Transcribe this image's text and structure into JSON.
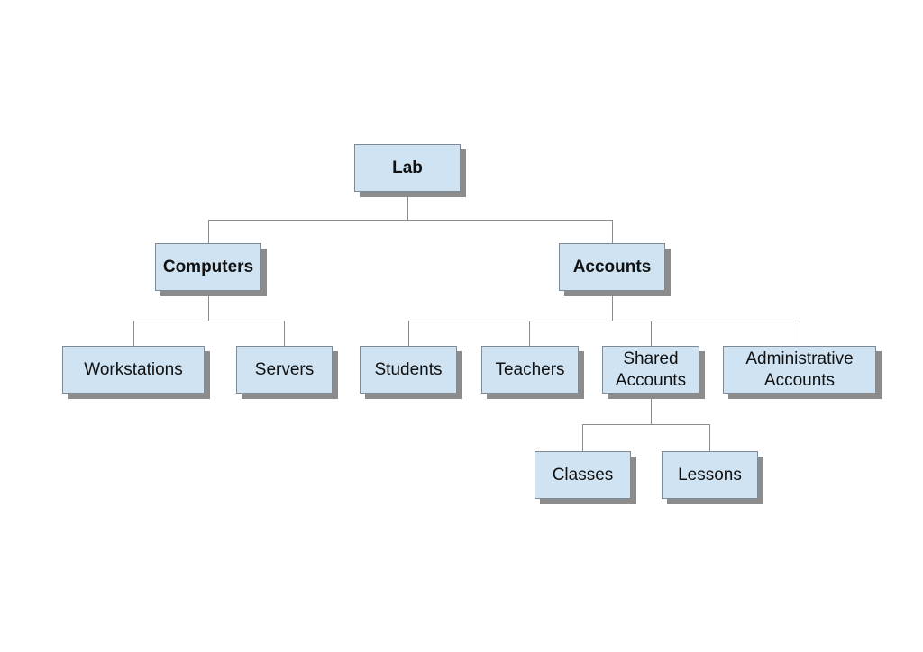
{
  "diagram": {
    "colors": {
      "node_fill": "#cfe3f3",
      "node_border": "#7f8a94",
      "shadow": "#8c8c8c",
      "connector": "#8c8c8c"
    },
    "nodes": {
      "lab": "Lab",
      "computers": "Computers",
      "accounts": "Accounts",
      "workstations": "Workstations",
      "servers": "Servers",
      "students": "Students",
      "teachers": "Teachers",
      "shared_accounts": "Shared\nAccounts",
      "administrative_accounts": "Administrative\nAccounts",
      "classes": "Classes",
      "lessons": "Lessons"
    },
    "edges": [
      [
        "lab",
        "computers"
      ],
      [
        "lab",
        "accounts"
      ],
      [
        "computers",
        "workstations"
      ],
      [
        "computers",
        "servers"
      ],
      [
        "accounts",
        "students"
      ],
      [
        "accounts",
        "teachers"
      ],
      [
        "accounts",
        "shared_accounts"
      ],
      [
        "accounts",
        "administrative_accounts"
      ],
      [
        "shared_accounts",
        "classes"
      ],
      [
        "shared_accounts",
        "lessons"
      ]
    ]
  }
}
